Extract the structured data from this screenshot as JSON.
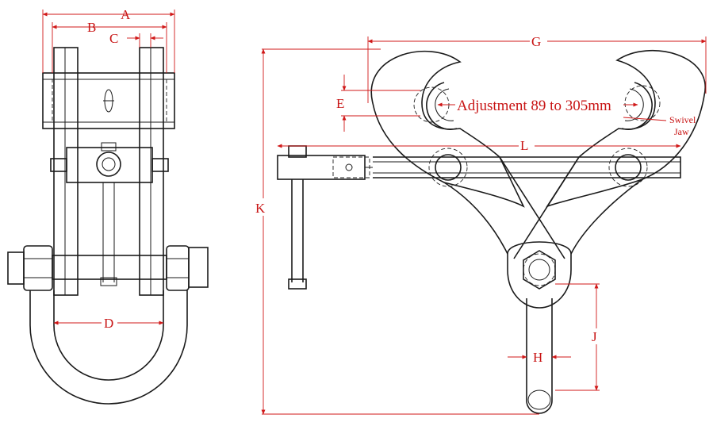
{
  "labels": {
    "a": "A",
    "b": "B",
    "c": "C",
    "d": "D",
    "e": "E",
    "g": "G",
    "h": "H",
    "j": "J",
    "k": "K",
    "l": "L"
  },
  "annotations": {
    "adjustment": "Adjustment 89 to 305mm",
    "swivel_line1": "Swivel",
    "swivel_line2": "Jaw"
  },
  "colors": {
    "dimension": "#d01818",
    "outline": "#1a1a1a"
  }
}
